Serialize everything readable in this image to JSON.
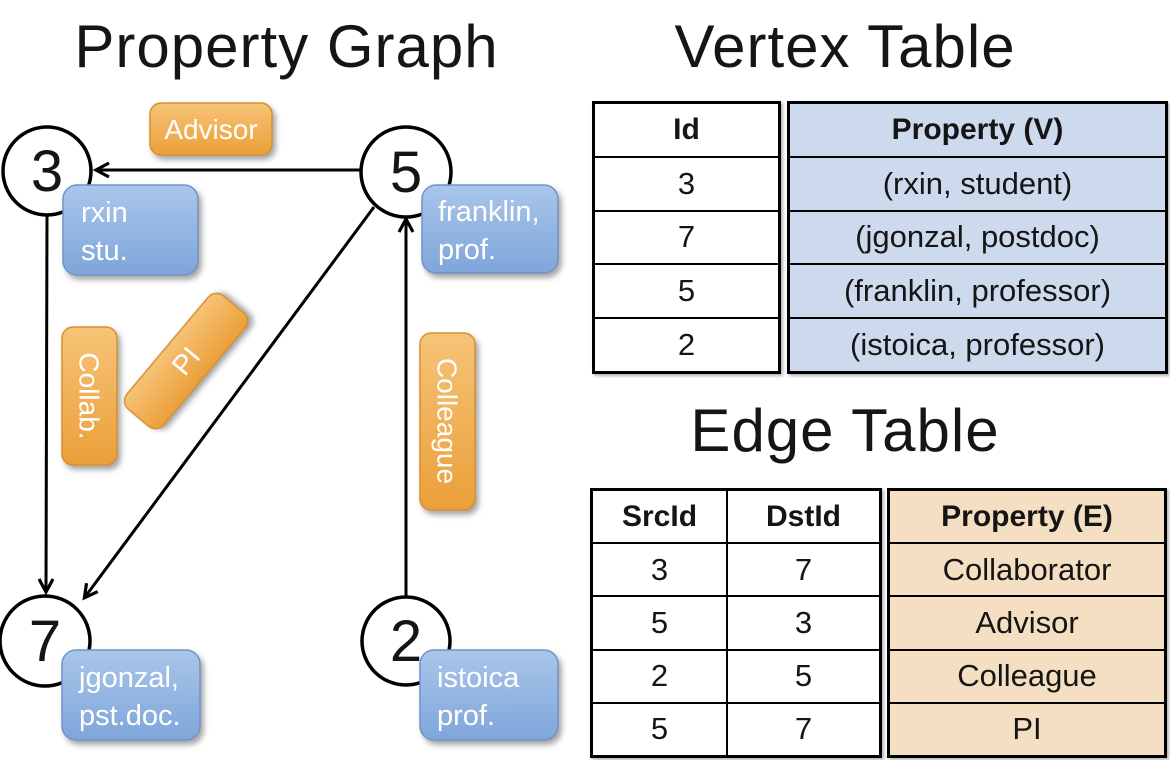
{
  "colors": {
    "node_fill": "#ffffff",
    "line_black": "#000000",
    "edge_label_orange_top": "#f6c377",
    "edge_label_orange_bottom": "#eb9f39",
    "edge_label_border": "#d6912f",
    "vertex_box_blue_top": "#a9c6ea",
    "vertex_box_blue_bottom": "#7fa5da",
    "vertex_box_border": "#7193c7",
    "vertex_table_cell_blue": "#cdd9ed",
    "edge_table_cell_tan": "#f4dfc2"
  },
  "graph": {
    "title": "Property Graph",
    "nodes": [
      {
        "id": "3"
      },
      {
        "id": "5"
      },
      {
        "id": "7"
      },
      {
        "id": "2"
      }
    ],
    "vertex_boxes": [
      {
        "line1": "rxin",
        "line2": "stu."
      },
      {
        "line1": "franklin,",
        "line2": "prof."
      },
      {
        "line1": "jgonzal,",
        "line2": "pst.doc."
      },
      {
        "line1": "istoica",
        "line2": "prof."
      }
    ],
    "edge_labels": {
      "advisor": "Advisor",
      "collab": "Collab.",
      "pi": "PI",
      "colleague": "Colleague"
    }
  },
  "vertex_table": {
    "title": "Vertex Table",
    "columns": {
      "id": "Id",
      "property": "Property (V)"
    },
    "rows": [
      {
        "id": "3",
        "property": "(rxin, student)"
      },
      {
        "id": "7",
        "property": "(jgonzal, postdoc)"
      },
      {
        "id": "5",
        "property": "(franklin, professor)"
      },
      {
        "id": "2",
        "property": "(istoica, professor)"
      }
    ]
  },
  "edge_table": {
    "title": "Edge Table",
    "columns": {
      "src": "SrcId",
      "dst": "DstId",
      "property": "Property (E)"
    },
    "rows": [
      {
        "src": "3",
        "dst": "7",
        "property": "Collaborator"
      },
      {
        "src": "5",
        "dst": "3",
        "property": "Advisor"
      },
      {
        "src": "2",
        "dst": "5",
        "property": "Colleague"
      },
      {
        "src": "5",
        "dst": "7",
        "property": "PI"
      }
    ]
  }
}
